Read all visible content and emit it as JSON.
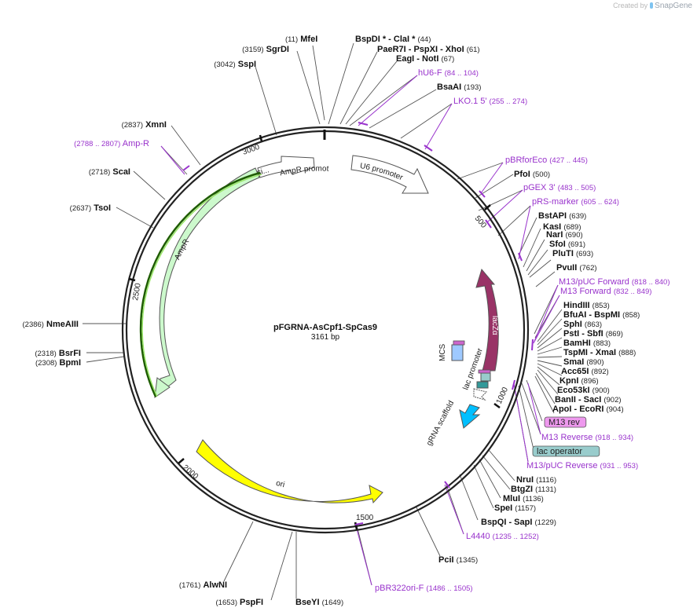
{
  "credit": {
    "prefix": "Created by",
    "brand": "SnapGene"
  },
  "plasmid": {
    "name": "pFGRNA-AsCpf1-SpCas9",
    "size": "3161 bp"
  },
  "ticks": [
    {
      "label": "500"
    },
    {
      "label": "1000"
    },
    {
      "label": "1500"
    },
    {
      "label": "2000"
    },
    {
      "label": "2500"
    },
    {
      "label": "3000"
    }
  ],
  "features": [
    {
      "name": "U6 promoter",
      "color": "#ffffff"
    },
    {
      "name": "AmpR promoter",
      "color": "#ffffff"
    },
    {
      "name": "AmpR",
      "color": "#ccf9cc"
    },
    {
      "name": "ori",
      "color": "#ffff00"
    },
    {
      "name": "lacZα",
      "color": "#993366"
    },
    {
      "name": "MCS",
      "color": "#9ec9ff"
    },
    {
      "name": "lac promoter",
      "color": "#ffffff"
    },
    {
      "name": "gRNA scaffold",
      "color": "#00bfff"
    },
    {
      "name": "si...",
      "color": "#ffffff"
    }
  ],
  "labels": [
    {
      "num": "(11)",
      "name": "MfeI"
    },
    {
      "num": "(44)",
      "name": "BspDI * - ClaI *"
    },
    {
      "num": "(61)",
      "name": "PaeR7I - PspXI - XhoI"
    },
    {
      "num": "(67)",
      "name": "EagI - NotI"
    },
    {
      "num": "(84 .. 104)",
      "name": "hU6-F",
      "primer": true
    },
    {
      "num": "(193)",
      "name": "BsaAI"
    },
    {
      "num": "(255 .. 274)",
      "name": "LKO.1 5'",
      "primer": true
    },
    {
      "num": "(427 .. 445)",
      "name": "pBRforEco",
      "primer": true
    },
    {
      "num": "(500)",
      "name": "PfoI"
    },
    {
      "num": "(483 .. 505)",
      "name": "pGEX 3'",
      "primer": true
    },
    {
      "num": "(605 .. 624)",
      "name": "pRS-marker",
      "primer": true
    },
    {
      "num": "(639)",
      "name": "BstAPI"
    },
    {
      "num": "(689)",
      "name": "KasI"
    },
    {
      "num": "(690)",
      "name": "NarI"
    },
    {
      "num": "(691)",
      "name": "SfoI"
    },
    {
      "num": "(693)",
      "name": "PluTI"
    },
    {
      "num": "(762)",
      "name": "PvuII"
    },
    {
      "num": "(818 .. 840)",
      "name": "M13/pUC Forward",
      "primer": true
    },
    {
      "num": "(832 .. 849)",
      "name": "M13 Forward",
      "primer": true
    },
    {
      "num": "(853)",
      "name": "HindIII"
    },
    {
      "num": "(858)",
      "name": "BfuAI - BspMI"
    },
    {
      "num": "(863)",
      "name": "SphI"
    },
    {
      "num": "(869)",
      "name": "PstI - SbfI"
    },
    {
      "num": "(883)",
      "name": "BamHI"
    },
    {
      "num": "(888)",
      "name": "TspMI - XmaI"
    },
    {
      "num": "(890)",
      "name": "SmaI"
    },
    {
      "num": "(892)",
      "name": "Acc65I"
    },
    {
      "num": "(896)",
      "name": "KpnI"
    },
    {
      "num": "(900)",
      "name": "Eco53kI"
    },
    {
      "num": "(902)",
      "name": "BanII - SacI"
    },
    {
      "num": "(904)",
      "name": "ApoI - EcoRI"
    },
    {
      "num": "",
      "name": "M13 rev",
      "boxed": "#ee99ee"
    },
    {
      "num": "(918 .. 934)",
      "name": "M13 Reverse",
      "primer": true
    },
    {
      "num": "",
      "name": "lac operator",
      "boxed": "#99cccc"
    },
    {
      "num": "(931 .. 953)",
      "name": "M13/pUC Reverse",
      "primer": true
    },
    {
      "num": "(1116)",
      "name": "NruI"
    },
    {
      "num": "(1131)",
      "name": "BtgZI"
    },
    {
      "num": "(1136)",
      "name": "MluI"
    },
    {
      "num": "(1157)",
      "name": "SpeI"
    },
    {
      "num": "(1229)",
      "name": "BspQI - SapI"
    },
    {
      "num": "(1235 .. 1252)",
      "name": "L4440",
      "primer": true
    },
    {
      "num": "(1345)",
      "name": "PciI"
    },
    {
      "num": "(1486 .. 1505)",
      "name": "pBR322ori-F",
      "primer": true
    },
    {
      "num": "(1649)",
      "name": "BseYI"
    },
    {
      "num": "(1653)",
      "name": "PspFI"
    },
    {
      "num": "(1761)",
      "name": "AlwNI"
    },
    {
      "num": "(2308)",
      "name": "BpmI"
    },
    {
      "num": "(2318)",
      "name": "BsrFI"
    },
    {
      "num": "(2386)",
      "name": "NmeAIII"
    },
    {
      "num": "(2637)",
      "name": "TsoI"
    },
    {
      "num": "(2718)",
      "name": "ScaI"
    },
    {
      "num": "(2788 .. 2807)",
      "name": "Amp-R",
      "primer": true
    },
    {
      "num": "(2837)",
      "name": "XmnI"
    },
    {
      "num": "(3042)",
      "name": "SspI"
    },
    {
      "num": "(3159)",
      "name": "SgrDI"
    }
  ]
}
